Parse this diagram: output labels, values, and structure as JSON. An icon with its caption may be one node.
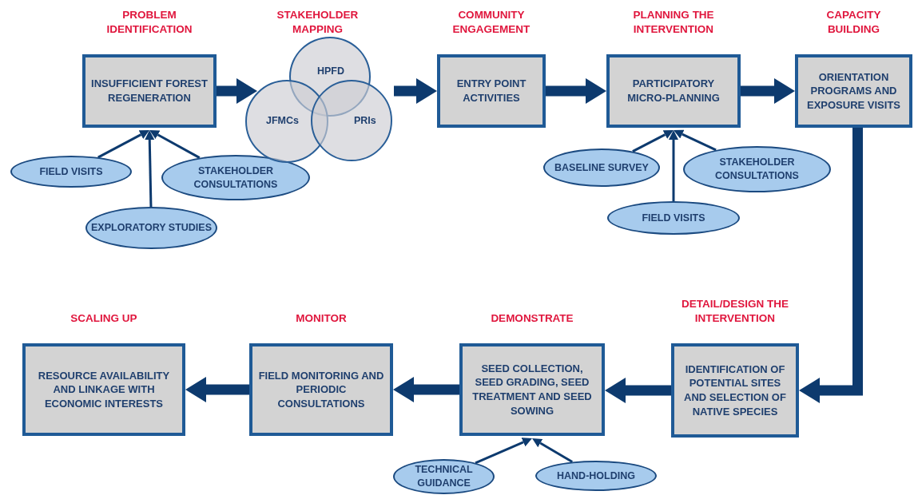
{
  "diagram": {
    "nodes": [
      {
        "text": [
          "PROBLEM IDENTIFICATION",
          "INSUFFICIENT FOREST REGENERATION"
        ]
      },
      {
        "text": [
          "FIELD VISITS"
        ]
      },
      {
        "text": [
          "STAKEHOLDER CONSULTATIONS"
        ]
      },
      {
        "text": [
          "EXPLORATORY STUDIES"
        ]
      },
      {
        "text": [
          "STAKEHOLDER MAPPING"
        ]
      },
      {
        "text": [
          "HPFD"
        ],
        "in": 4
      },
      {
        "text": [
          "JFMCs"
        ],
        "in": 4
      },
      {
        "text": [
          "PRIs"
        ],
        "in": 4
      },
      {
        "text": [
          "COMMUNITY ENGAGEMENT",
          "ENTRY POINT ACTIVITIES"
        ]
      },
      {
        "text": [
          "PLANNING THE INTERVENTION",
          "PARTICIPATORY MICRO-PLANNING"
        ]
      },
      {
        "text": [
          "BASELINE SURVEY"
        ]
      },
      {
        "text": [
          "STAKEHOLDER CONSULTATIONS"
        ]
      },
      {
        "text": [
          "FIELD VISITS"
        ]
      },
      {
        "text": [
          "CAPACITY BUILDING",
          "ORIENTATION PROGRAMS AND EXPOSURE VISITS"
        ]
      },
      {
        "text": [
          "DETAIL/DESIGN THE INTERVENTION",
          "IDENTIFICATION OF POTENTIAL SITES AND SELECTION OF NATIVE SPECIES"
        ]
      },
      {
        "text": [
          "DEMONSTRATE",
          "SEED COLLECTION, SEED GRADING, SEED TREATMENT AND SEED SOWING"
        ]
      },
      {
        "text": [
          "TECHNICAL GUIDANCE"
        ]
      },
      {
        "text": [
          "HAND-HOLDING"
        ]
      },
      {
        "text": [
          "MONITOR",
          "FIELD MONITORING AND PERIODIC CONSULTATIONS"
        ]
      },
      {
        "text": [
          "SCALING UP",
          "RESOURCE AVAILABILITY AND LINKAGE WITH ECONOMIC INTERESTS"
        ]
      }
    ],
    "edges": [
      {
        "from": 0,
        "to": 4,
        "arrow": "to",
        "style": "thick"
      },
      {
        "from": 4,
        "to": 8,
        "arrow": "to",
        "style": "thick"
      },
      {
        "from": 8,
        "to": 9,
        "arrow": "to",
        "style": "thick"
      },
      {
        "from": 9,
        "to": 13,
        "arrow": "to",
        "style": "thick"
      },
      {
        "from": 13,
        "to": 14,
        "arrow": "to",
        "style": "thick"
      },
      {
        "from": 14,
        "to": 15,
        "arrow": "to",
        "style": "thick"
      },
      {
        "from": 15,
        "to": 18,
        "arrow": "to",
        "style": "thick"
      },
      {
        "from": 18,
        "to": 19,
        "arrow": "to",
        "style": "thick"
      },
      {
        "from": 1,
        "to": 0,
        "arrow": "to"
      },
      {
        "from": 2,
        "to": 0,
        "arrow": "to"
      },
      {
        "from": 3,
        "to": 0,
        "arrow": "to"
      },
      {
        "from": 10,
        "to": 9,
        "arrow": "to"
      },
      {
        "from": 11,
        "to": 9,
        "arrow": "to"
      },
      {
        "from": 12,
        "to": 9,
        "arrow": "to"
      },
      {
        "from": 16,
        "to": 15,
        "arrow": "to"
      },
      {
        "from": 17,
        "to": 15,
        "arrow": "to"
      }
    ]
  }
}
